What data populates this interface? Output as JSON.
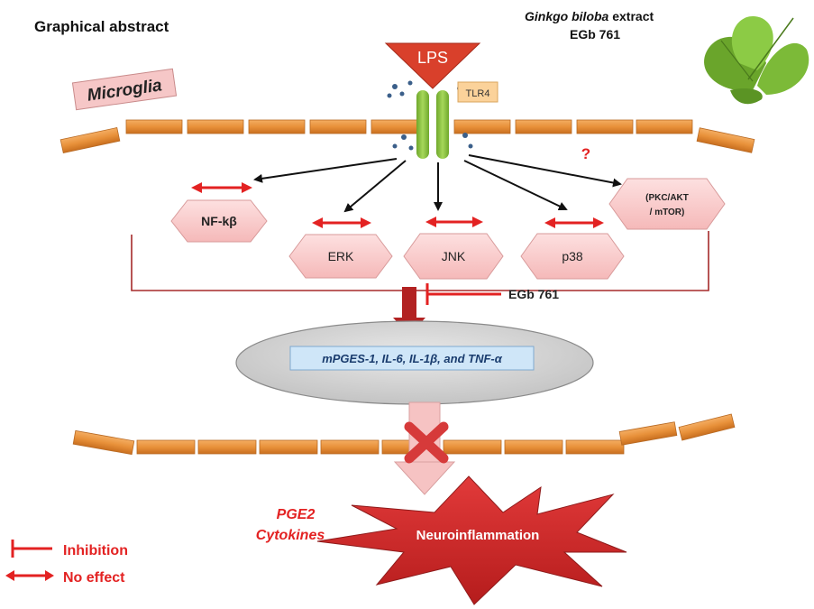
{
  "header": {
    "title": "Graphical abstract",
    "extract_line1_italic": "Ginkgo biloba",
    "extract_line1_rest": " extract",
    "extract_line2": "EGb 761"
  },
  "cell": {
    "label": "Microglia",
    "stimulus": "LPS",
    "receptor": "TLR4",
    "unknown_mark": "?"
  },
  "pathways": {
    "nfkb": "NF-kβ",
    "erk": "ERK",
    "jnk": "JNK",
    "p38": "p38",
    "pkc_line1": "(PKC/AKT",
    "pkc_line2": "/ mTOR)"
  },
  "inhibitor": "EGb 761",
  "mediators": "mPGES-1, IL-6, IL-1β, and TNF-α",
  "outputs": {
    "line1": "PGE2",
    "line2": "Cytokines",
    "result": "Neuroinflammation"
  },
  "legend": {
    "inhibition": "Inhibition",
    "no_effect": "No effect"
  },
  "colors": {
    "membrane": "#e8913a",
    "receptor": "#8dc63f",
    "hexagon": "#f8c9c9",
    "red_accent": "#e32222",
    "dark_red": "#b22222",
    "ellipse": "#d4d4d4"
  }
}
